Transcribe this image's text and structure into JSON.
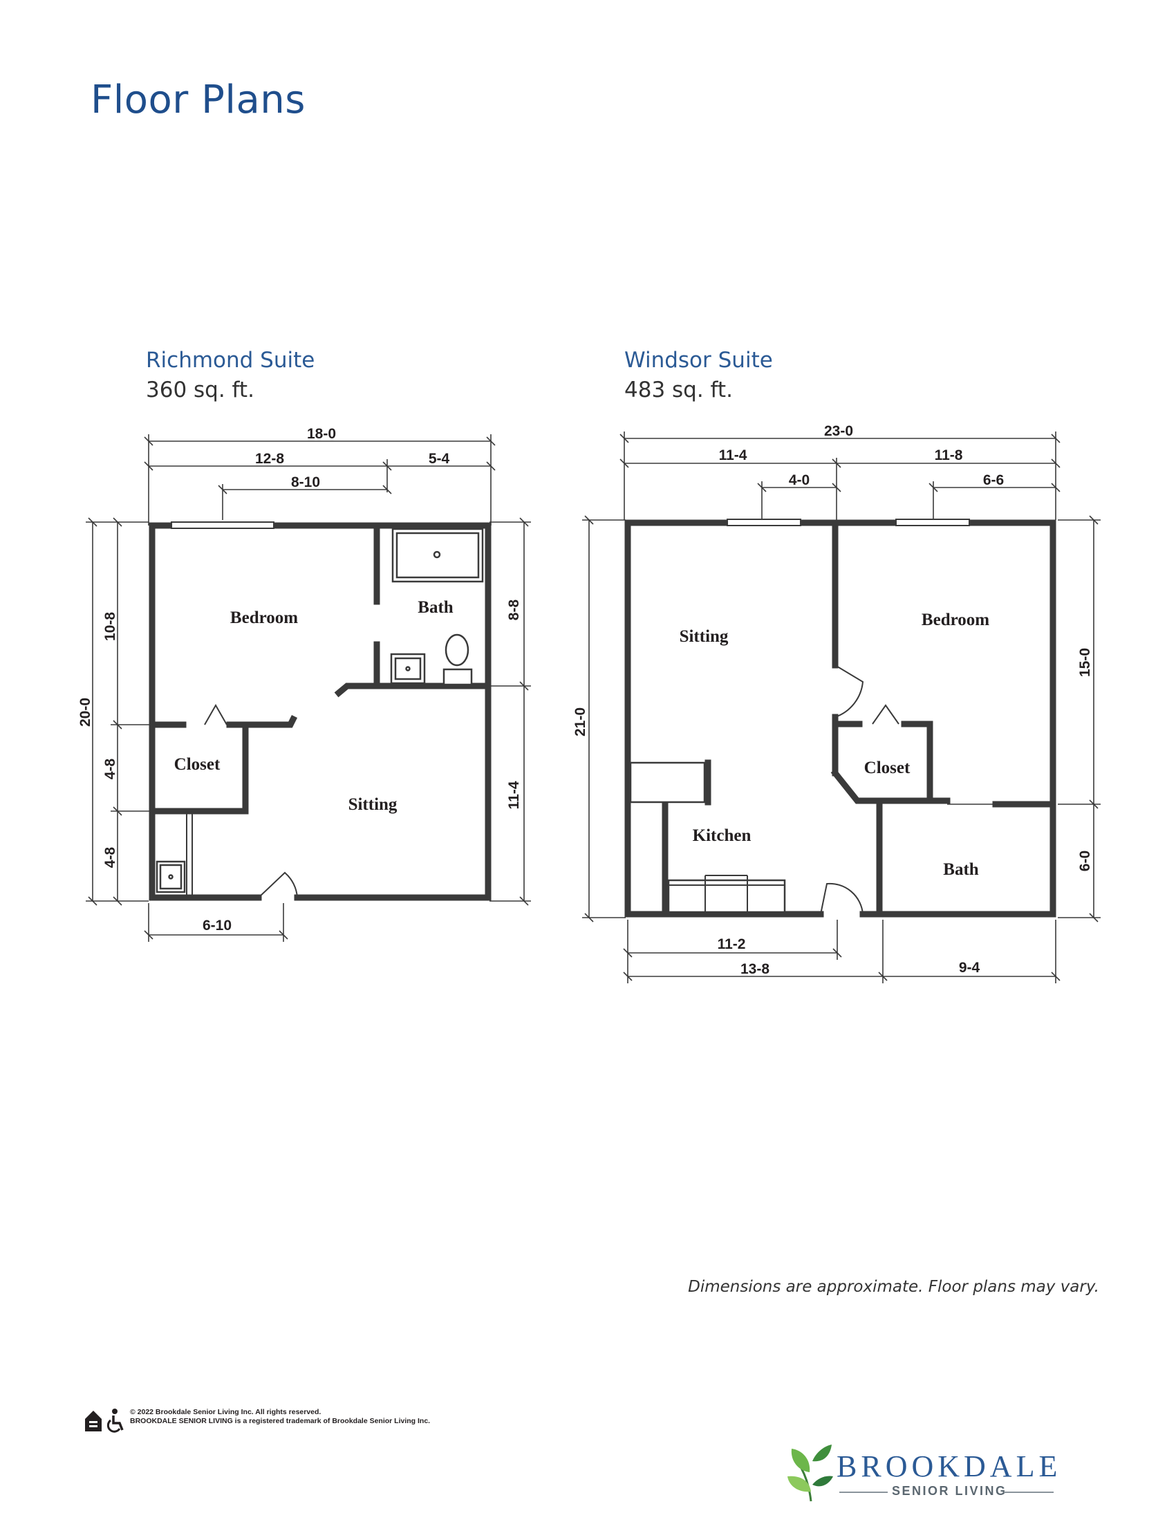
{
  "page": {
    "title": "Floor Plans"
  },
  "richmond": {
    "name": "Richmond Suite",
    "area": "360 sq. ft.",
    "rooms": {
      "bedroom": "Bedroom",
      "bath": "Bath",
      "closet": "Closet",
      "sitting": "Sitting"
    },
    "dims": {
      "top_total": "18-0",
      "top_left": "12-8",
      "top_right": "5-4",
      "top_window": "8-10",
      "left_total": "20-0",
      "left_a": "10-8",
      "left_b": "4-8",
      "left_c": "4-8",
      "right_a": "8-8",
      "right_b": "11-4",
      "bottom": "6-10"
    }
  },
  "windsor": {
    "name": "Windsor Suite",
    "area": "483 sq. ft.",
    "rooms": {
      "sitting": "Sitting",
      "bedroom": "Bedroom",
      "closet": "Closet",
      "kitchen": "Kitchen",
      "bath": "Bath"
    },
    "dims": {
      "top_total": "23-0",
      "top_left": "11-4",
      "top_right": "11-8",
      "top_win_left": "4-0",
      "top_win_right": "6-6",
      "left_total": "21-0",
      "right_a": "15-0",
      "right_b": "6-0",
      "bottom_a": "11-2",
      "bottom_b": "13-8",
      "bottom_c": "9-4"
    }
  },
  "footer": {
    "disclaimer": "Dimensions are approximate. Floor plans may vary.",
    "copyright": "© 2022 Brookdale Senior Living Inc. All rights reserved.",
    "trademark": "BROOKDALE SENIOR LIVING is a registered trademark of Brookdale Senior Living Inc."
  },
  "brand": {
    "name": "BROOKDALE",
    "tagline": "SENIOR LIVING",
    "color_primary": "#2b5a95",
    "color_leaf": "#4f9a45"
  }
}
